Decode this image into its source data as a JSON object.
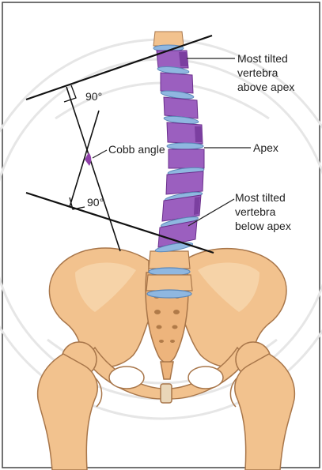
{
  "labels": {
    "angle_top": "90°",
    "angle_bottom": "90°",
    "cobb": "Cobb angle",
    "upper_vertebra": [
      "Most tilted",
      "vertebra",
      "above apex"
    ],
    "apex": "Apex",
    "lower_vertebra": [
      "Most tilted",
      "vertebra",
      "below apex"
    ]
  },
  "colors": {
    "bone": "#F2C28E",
    "bone_shadow": "#D9A06A",
    "bone_outline": "#A8764A",
    "vertebra": "#9B5FBF",
    "vertebra_dark": "#7B3FA0",
    "disc": "#8FB7E0",
    "line": "#111111",
    "angle_fill": "#8E3FA8",
    "frame": "#444444",
    "watermark": "#E6E6E6"
  }
}
